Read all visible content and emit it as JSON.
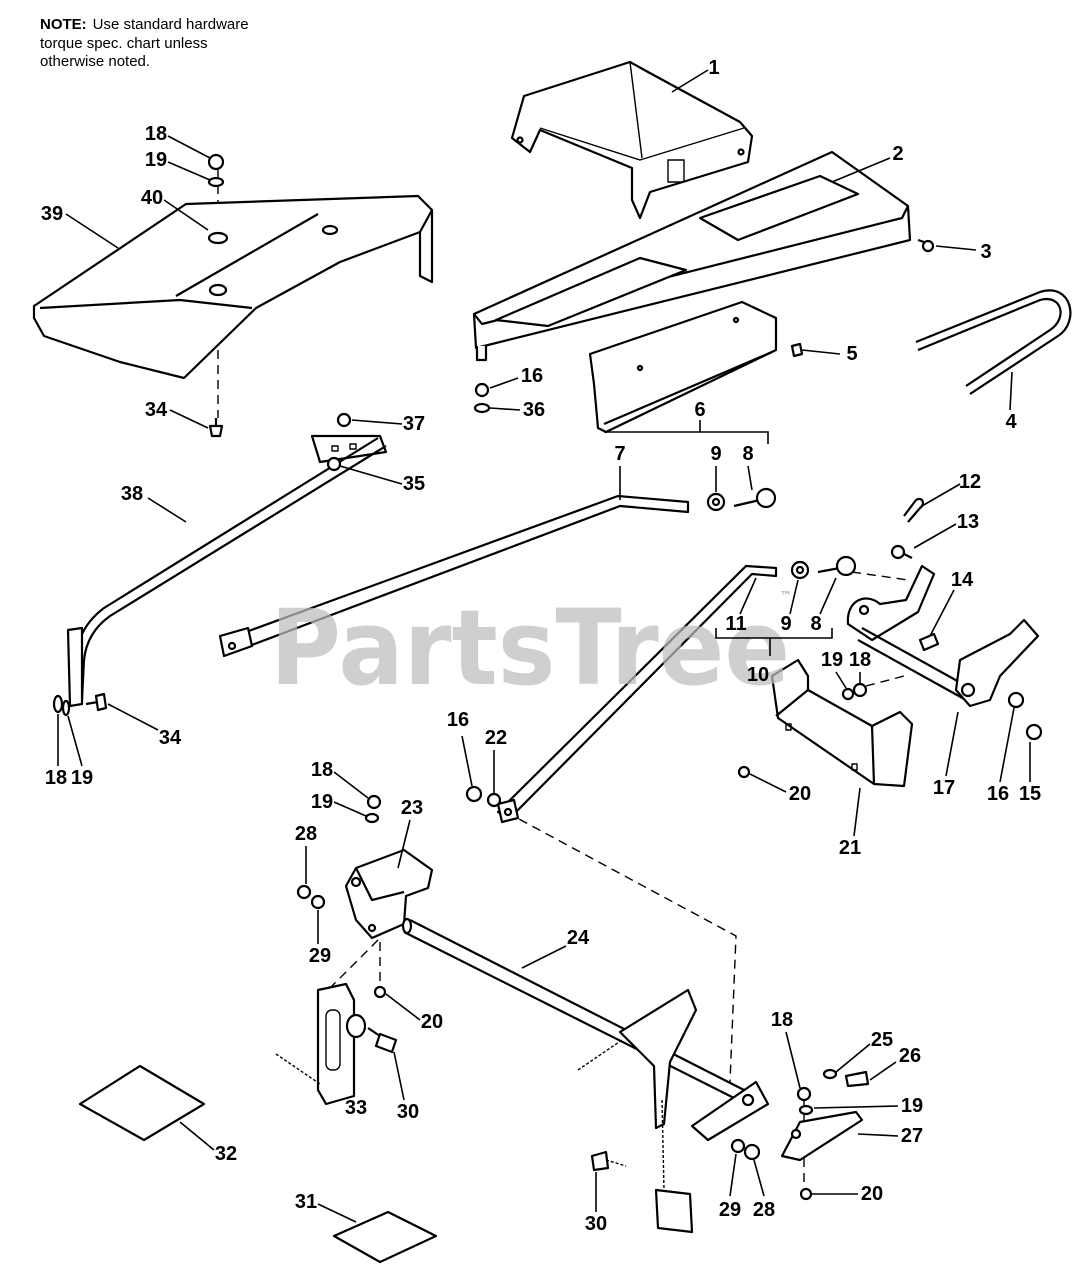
{
  "note": {
    "label": "NOTE:",
    "lines": [
      "Use standard hardware",
      "torque spec. chart unless",
      "otherwise noted."
    ]
  },
  "watermark": {
    "text": "PartsTree",
    "trademark": "™"
  },
  "callouts": [
    "1",
    "2",
    "3",
    "4",
    "5",
    "6",
    "7",
    "9",
    "8",
    "12",
    "13",
    "14",
    "11",
    "9",
    "8",
    "10",
    "19",
    "18",
    "17",
    "16",
    "15",
    "20",
    "21",
    "16",
    "22",
    "18",
    "19",
    "23",
    "28",
    "29",
    "24",
    "20",
    "33",
    "30",
    "32",
    "31",
    "30",
    "29",
    "28",
    "18",
    "25",
    "26",
    "19",
    "27",
    "20",
    "34",
    "37",
    "35",
    "16",
    "36",
    "38",
    "39",
    "40",
    "18",
    "19",
    "34",
    "18",
    "19"
  ]
}
